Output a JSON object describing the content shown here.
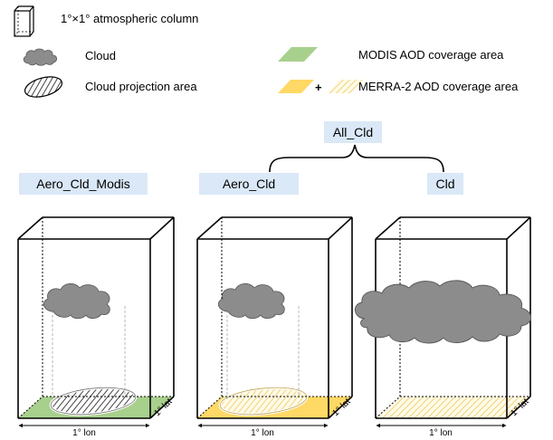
{
  "legend": {
    "column": "1°×1° atmospheric column",
    "cloud": "Cloud",
    "projection": "Cloud projection area",
    "modis": "MODIS AOD coverage area",
    "merra": "MERRA-2 AOD coverage area",
    "plus": "+"
  },
  "group_label": "All_Cld",
  "cases": [
    {
      "label": "Aero_Cld_Modis",
      "lon": "1° lon",
      "lat": "1° lat"
    },
    {
      "label": "Aero_Cld",
      "lon": "1° lon",
      "lat": "1° lat"
    },
    {
      "label": "Cld",
      "lon": "1° lon",
      "lat": "1° lat"
    }
  ],
  "colors": {
    "modis_green": "#a8d08d",
    "merra_yellow": "#ffd966",
    "merra_light": "#fff2cc",
    "label_bg": "#dae8f7",
    "cloud_gray": "#8c8c8c"
  }
}
